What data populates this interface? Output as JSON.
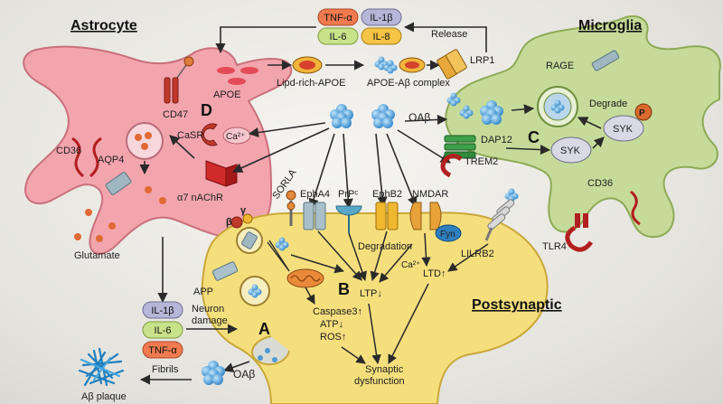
{
  "cells": {
    "astrocyte": "Astrocyte",
    "microglia": "Microglia",
    "postsynaptic": "Postsynaptic"
  },
  "cytokines_top": [
    "TNF-α",
    "IL-1β",
    "IL-6",
    "IL-8"
  ],
  "cytokines_left": [
    "IL-1β",
    "IL-6",
    "TNF-α"
  ],
  "section_letters": [
    "A",
    "B",
    "C",
    "D"
  ],
  "labels": {
    "release": "Release",
    "lrp1": "LRP1",
    "lipid_apoe": "Lipd-rich-APOE",
    "apoe_complex": "APOE-Aβ complex",
    "apoe": "APOE",
    "cd47": "CD47",
    "oab_center": "OAβ",
    "casr": "CaSR",
    "ca2": "Ca²⁺",
    "cd36_astro": "CD36",
    "aqp4": "AQP4",
    "a7nachr": "α7 nAChR",
    "glutamate": "Glutamate",
    "rage": "RAGE",
    "degrade": "Degrade",
    "p": "P",
    "syk_right": "SYK",
    "syk_left": "SYK",
    "dap12": "DAP12",
    "trem2": "TREM2",
    "cd36_micro": "CD36",
    "tlr4": "TLR4",
    "sorla": "SORLA",
    "epha4": "EphA4",
    "prpc": "PrPᶜ",
    "ephb2": "EphB2",
    "nmdar": "NMDAR",
    "fyn": "Fyn",
    "lilrb2": "LILRB2",
    "degradation": "Degradation",
    "ca2_post": "Ca²⁺",
    "ltp": "LTP↓",
    "ltd": "LTD↑",
    "beta": "β",
    "gamma": "γ",
    "app": "APP",
    "caspase3": "Caspase3↑",
    "atp": "ATP↓",
    "ros": "ROS↑",
    "neuron_damage_1": "Neuron",
    "neuron_damage_2": "damage",
    "fibrils": "Fibrils",
    "oab_bottom": "OAβ",
    "ab_plaque": "Aβ plaque",
    "synaptic_1": "Synaptic",
    "synaptic_2": "dysfunction"
  },
  "colors": {
    "astrocyte": "#f3a5ae",
    "microglia": "#c6db9a",
    "neuron": "#f5df7d",
    "oligomer": "#5aa9dd",
    "tnf": "#f27a4f",
    "il1b": "#b6b6d8",
    "il6": "#c8e28a",
    "il8": "#f6c446"
  }
}
